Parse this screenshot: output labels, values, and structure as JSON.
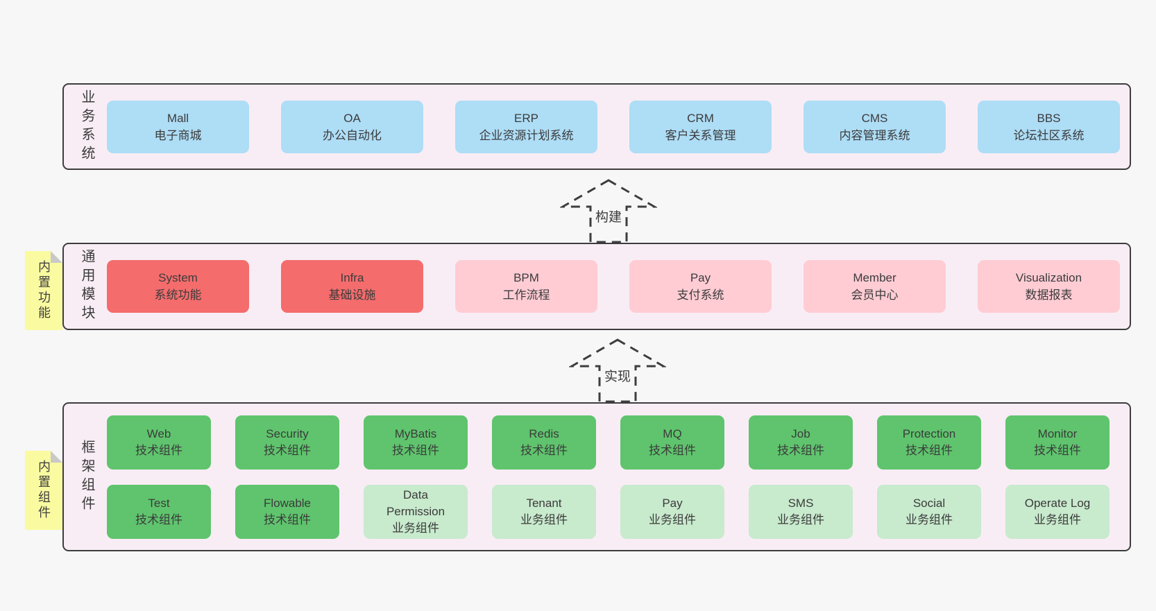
{
  "colors": {
    "page_bg": "#f7f7f7",
    "panel_bg": "#f8edf5",
    "panel_border": "#3d3d3d",
    "box_blue": "#aeddf6",
    "box_red": "#f56c6c",
    "box_pink": "#ffccd4",
    "box_green": "#5fc46d",
    "box_green_light": "#c8eacd",
    "note_yellow": "#fafaa0",
    "note_fold_gray": "#c9c9c9",
    "text": "#3b3b3b"
  },
  "sections": {
    "business": {
      "label": "业务系统",
      "boxes": [
        {
          "name": "Mall",
          "desc": "电子商城"
        },
        {
          "name": "OA",
          "desc": "办公自动化"
        },
        {
          "name": "ERP",
          "desc": "企业资源计划系统"
        },
        {
          "name": "CRM",
          "desc": "客户关系管理"
        },
        {
          "name": "CMS",
          "desc": "内容管理系统"
        },
        {
          "name": "BBS",
          "desc": "论坛社区系统"
        }
      ]
    },
    "modules": {
      "label": "通用模块",
      "note": "内置功能",
      "boxes": [
        {
          "name": "System",
          "desc": "系统功能"
        },
        {
          "name": "Infra",
          "desc": "基础设施"
        },
        {
          "name": "BPM",
          "desc": "工作流程"
        },
        {
          "name": "Pay",
          "desc": "支付系统"
        },
        {
          "name": "Member",
          "desc": "会员中心"
        },
        {
          "name": "Visualization",
          "desc": "数据报表"
        }
      ]
    },
    "framework": {
      "label": "框架组件",
      "note": "内置组件",
      "row1": [
        {
          "name": "Web",
          "desc": "技术组件"
        },
        {
          "name": "Security",
          "desc": "技术组件"
        },
        {
          "name": "MyBatis",
          "desc": "技术组件"
        },
        {
          "name": "Redis",
          "desc": "技术组件"
        },
        {
          "name": "MQ",
          "desc": "技术组件"
        },
        {
          "name": "Job",
          "desc": "技术组件"
        },
        {
          "name": "Protection",
          "desc": "技术组件"
        },
        {
          "name": "Monitor",
          "desc": "技术组件"
        }
      ],
      "row2": [
        {
          "name": "Test",
          "desc": "技术组件"
        },
        {
          "name": "Flowable",
          "desc": "技术组件"
        },
        {
          "name": "Data\nPermission",
          "desc": "业务组件"
        },
        {
          "name": "Tenant",
          "desc": "业务组件"
        },
        {
          "name": "Pay",
          "desc": "业务组件"
        },
        {
          "name": "SMS",
          "desc": "业务组件"
        },
        {
          "name": "Social",
          "desc": "业务组件"
        },
        {
          "name": "Operate Log",
          "desc": "业务组件"
        }
      ]
    }
  },
  "arrows": {
    "build": {
      "label": "构建"
    },
    "implement": {
      "label": "实现"
    }
  }
}
